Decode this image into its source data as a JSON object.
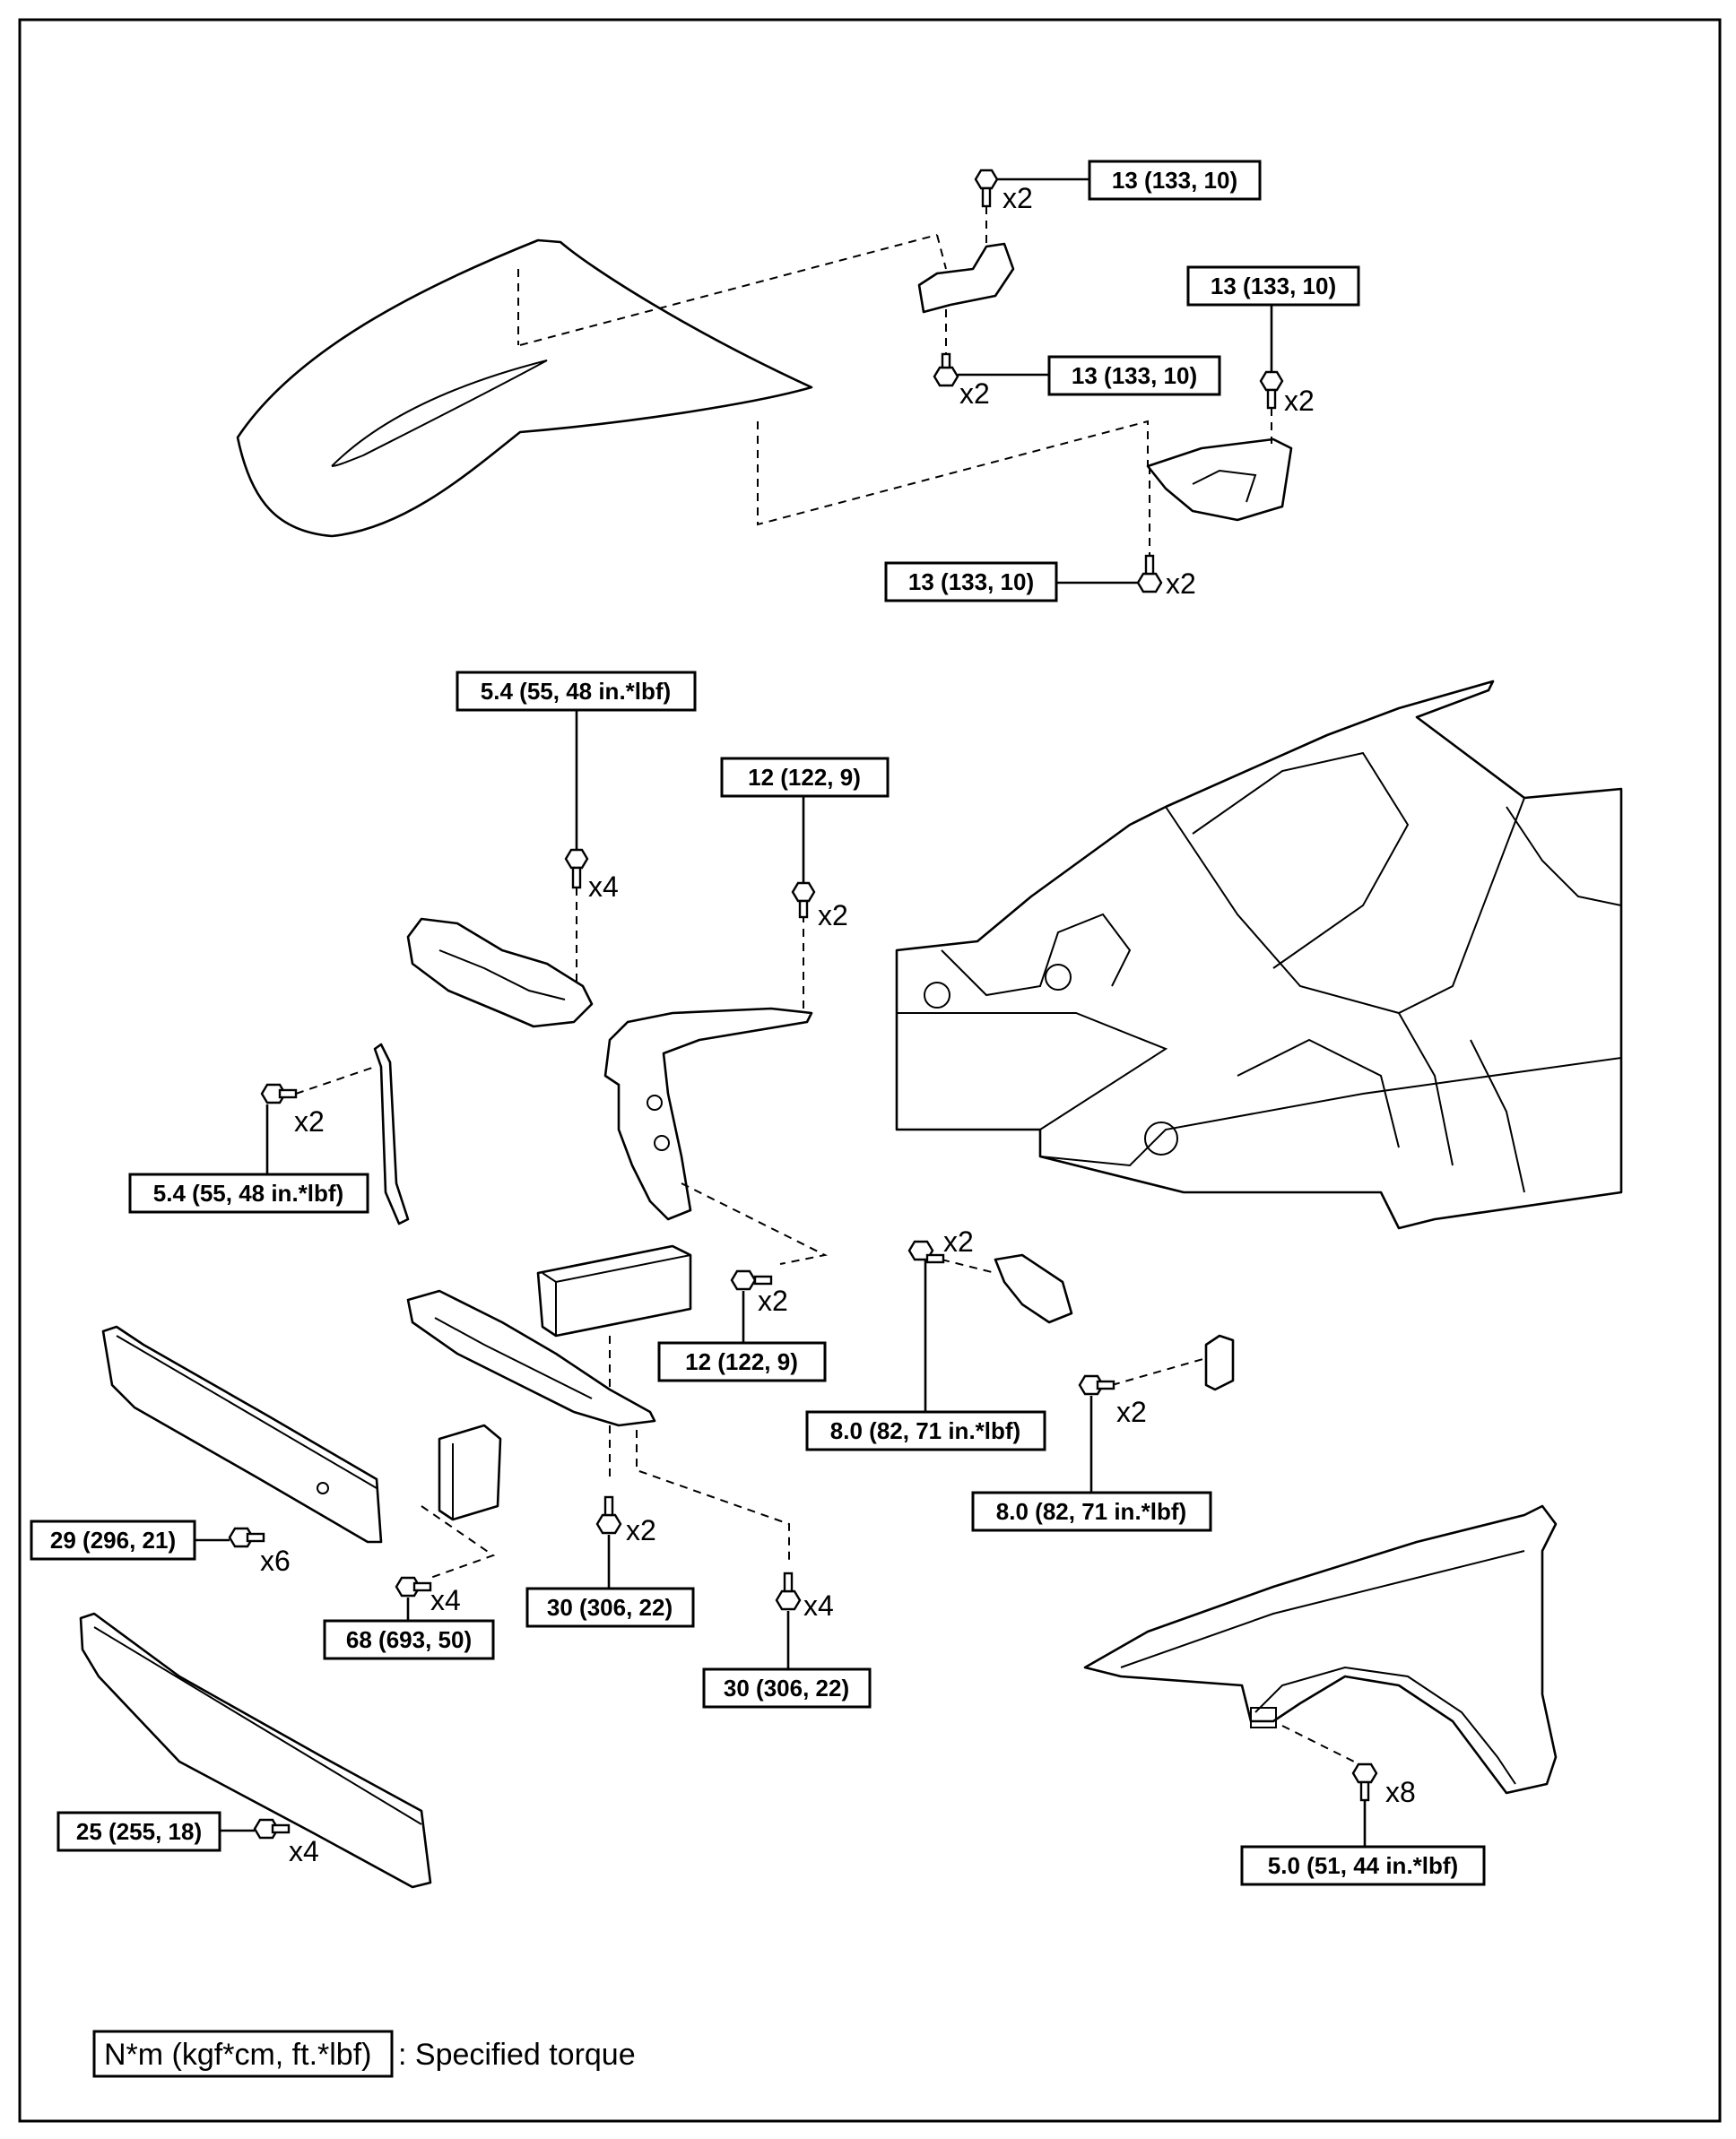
{
  "torque_labels": [
    "13 (133, 10)",
    "13 (133, 10)",
    "13 (133, 10)",
    "13 (133, 10)",
    "5.4 (55, 48 in.*lbf)",
    "12 (122, 9)",
    "5.4 (55, 48 in.*lbf)",
    "12 (122, 9)",
    "8.0 (82, 71 in.*lbf)",
    "8.0 (82, 71 in.*lbf)",
    "29 (296, 21)",
    "68 (693, 50)",
    "30 (306, 22)",
    "30 (306, 22)",
    "25 (255, 18)",
    "5.0 (51, 44 in.*lbf)"
  ],
  "quantities": [
    "x2",
    "x2",
    "x2",
    "x2",
    "x4",
    "x2",
    "x2",
    "x2",
    "x2",
    "x2",
    "x6",
    "x4",
    "x2",
    "x4",
    "x4",
    "x8"
  ],
  "legend": {
    "units": "N*m (kgf*cm, ft.*lbf)",
    "text": ": Specified torque"
  }
}
